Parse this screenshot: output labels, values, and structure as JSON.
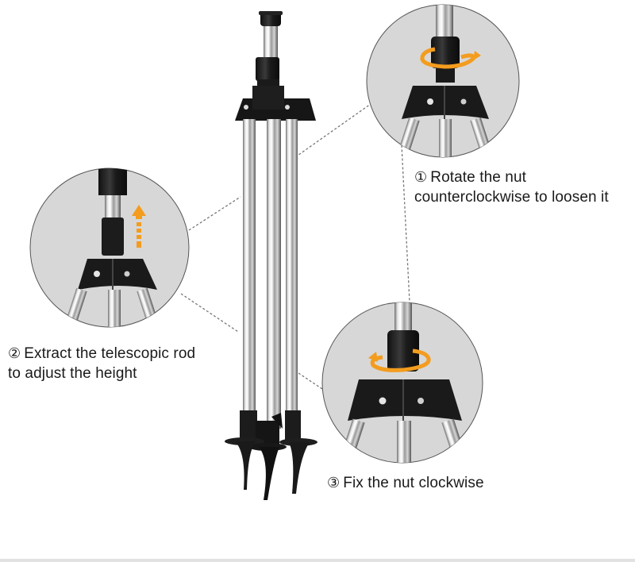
{
  "diagram": {
    "subject": "tripod sprinkler stand",
    "accent_color": "#f39c1e",
    "circle_bg": "#d9d9d9",
    "steps": [
      {
        "number": "①",
        "lines": [
          "Rotate the nut",
          "counterclockwise to loosen it"
        ],
        "detail_icon": "rotate-counterclockwise-arrow-icon"
      },
      {
        "number": "②",
        "lines": [
          "Extract the telescopic rod",
          "to adjust the height"
        ],
        "detail_icon": "upward-arrow-icon"
      },
      {
        "number": "③",
        "lines": [
          "Fix the nut clockwise"
        ],
        "detail_icon": "rotate-clockwise-arrow-icon"
      }
    ]
  }
}
